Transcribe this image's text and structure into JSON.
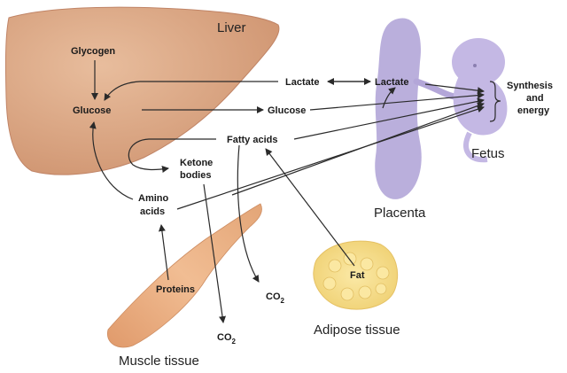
{
  "organs": {
    "liver": "Liver",
    "placenta": "Placenta",
    "fetus": "Fetus",
    "muscle": "Muscle tissue",
    "adipose": "Adipose tissue"
  },
  "metabolites": {
    "glycogen": "Glycogen",
    "glucose_liver": "Glucose",
    "lactate_left": "Lactate",
    "lactate_placenta": "Lactate",
    "glucose_middle": "Glucose",
    "fatty_acids": "Fatty acids",
    "ketone_line1": "Ketone",
    "ketone_line2": "bodies",
    "amino_line1": "Amino",
    "amino_line2": "acids",
    "proteins": "Proteins",
    "fat": "Fat",
    "co2_a": "CO",
    "co2_b": "CO",
    "co2_subscript": "2"
  },
  "outcome": {
    "line1": "Synthesis",
    "line2": "and",
    "line3": "energy"
  },
  "colors": {
    "liver": "#d9a27e",
    "placenta": "#b3a6d8",
    "muscle": "#e9ab7e",
    "fat": "#f6dc8a",
    "arrow": "#2a2a2a"
  }
}
